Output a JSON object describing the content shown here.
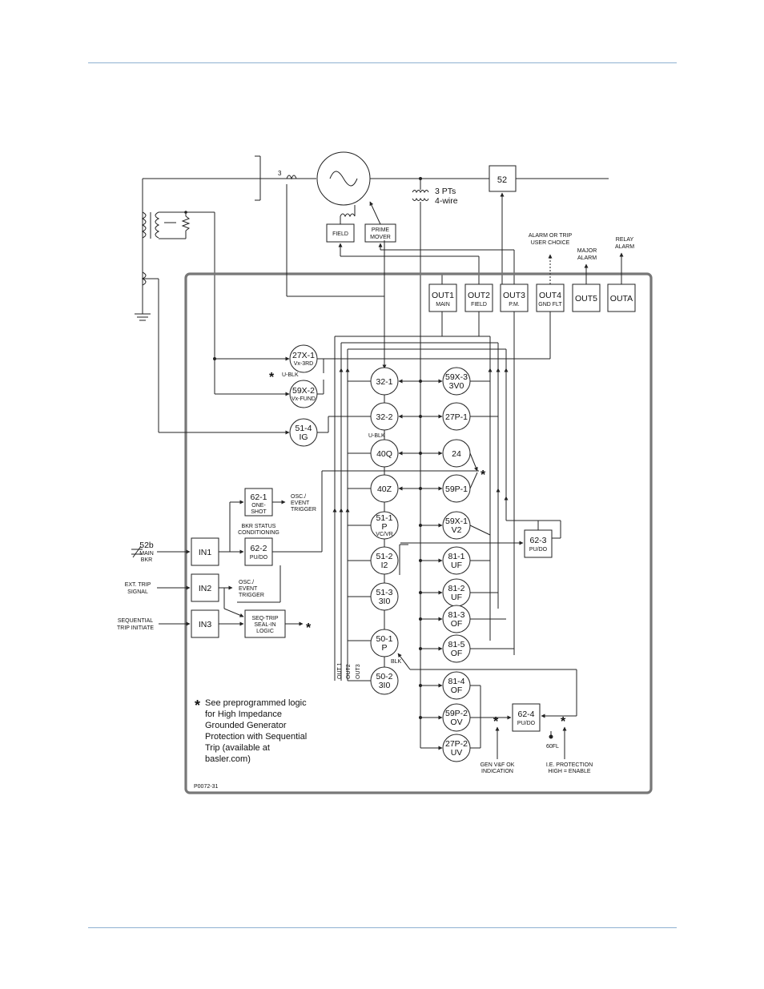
{
  "header_rule": true,
  "top": {
    "phase_count": "3",
    "pt": [
      "3 PTs",
      "4-wire"
    ],
    "breaker": "52",
    "field": "FIELD",
    "prime_mover": [
      "PRIME",
      "MOVER"
    ]
  },
  "outputs": [
    {
      "id": "OUT1",
      "sub": "MAIN"
    },
    {
      "id": "OUT2",
      "sub": "FIELD"
    },
    {
      "id": "OUT3",
      "sub": "P.M."
    },
    {
      "id": "OUT4",
      "sub": "GND FLT"
    },
    {
      "id": "OUT5",
      "sub": ""
    },
    {
      "id": "OUTA",
      "sub": ""
    }
  ],
  "output_labels": {
    "alarm_trip": [
      "ALARM OR TRIP",
      "USER CHOICE"
    ],
    "major_alarm": [
      "MAJOR",
      "ALARM"
    ],
    "relay_alarm": [
      "RELAY",
      "ALARM"
    ]
  },
  "left_elements": [
    {
      "id": "27X-1",
      "sub": "Vx-3RD"
    },
    {
      "id": "59X-2",
      "sub": "Vx-FUND"
    },
    {
      "id": "51-4",
      "sub": "IG"
    }
  ],
  "ublk": "U-BLK",
  "center_elements": [
    {
      "id": "32-1",
      "sub": ""
    },
    {
      "id": "32-2",
      "sub": ""
    },
    {
      "id": "40Q",
      "sub": ""
    },
    {
      "id": "40Z",
      "sub": ""
    },
    {
      "id": "51-1",
      "sub": "P",
      "tiny": "VC/VR"
    },
    {
      "id": "51-2",
      "sub": "I2"
    },
    {
      "id": "51-3",
      "sub": "3I0"
    },
    {
      "id": "50-1",
      "sub": "P"
    },
    {
      "id": "50-2",
      "sub": "3I0"
    }
  ],
  "blk": "BLK",
  "right_elements": [
    {
      "id": "59X-3",
      "sub": "3V0"
    },
    {
      "id": "27P-1",
      "sub": ""
    },
    {
      "id": "24",
      "sub": ""
    },
    {
      "id": "59P-1",
      "sub": ""
    },
    {
      "id": "59X-1",
      "sub": "V2"
    },
    {
      "id": "81-1",
      "sub": "UF"
    },
    {
      "id": "81-2",
      "sub": "UF"
    },
    {
      "id": "81-3",
      "sub": "OF"
    },
    {
      "id": "81-5",
      "sub": "OF"
    },
    {
      "id": "81-4",
      "sub": "OF"
    },
    {
      "id": "59P-2",
      "sub": "OV"
    },
    {
      "id": "27P-2",
      "sub": "UV"
    }
  ],
  "inputs": [
    "IN1",
    "IN2",
    "IN3"
  ],
  "input_labels": {
    "in1": [
      "52b",
      "MAIN",
      "BKR"
    ],
    "in2": [
      "EXT. TRIP",
      "SIGNAL"
    ],
    "in3": [
      "SEQUENTIAL",
      "TRIP INITIATE"
    ]
  },
  "logic": {
    "b621": [
      "62-1",
      "ONE-",
      "SHOT"
    ],
    "b621_out": [
      "OSC./",
      "EVENT",
      "TRIGGER"
    ],
    "bkr_status": [
      "BKR STATUS",
      "CONDITIONING"
    ],
    "b622": [
      "62-2",
      "PU/DO"
    ],
    "in2_out": [
      "OSC./",
      "EVENT",
      "TRIGGER"
    ],
    "seqtrip": [
      "SEQ-TRIP",
      "SEAL-IN",
      "LOGIC"
    ],
    "b623": [
      "62-3",
      "PU/DO"
    ],
    "b624": [
      "62-4",
      "PU/DO"
    ]
  },
  "vert_out_labels": [
    "OUT 1",
    "OUT2",
    "OUT3"
  ],
  "bottom_labels": {
    "fl60": "60FL",
    "genvf": [
      "GEN V&F OK",
      "INDICATION"
    ],
    "ie": [
      "I.E. PROTECTION",
      "HIGH = ENABLE"
    ]
  },
  "note": {
    "star": "*",
    "lines": [
      "See preprogrammed logic",
      "for High Impedance",
      "Grounded Generator",
      "Protection with Sequential",
      "Trip (available at",
      "basler.com)"
    ]
  },
  "drawing_id": "P0072-31"
}
